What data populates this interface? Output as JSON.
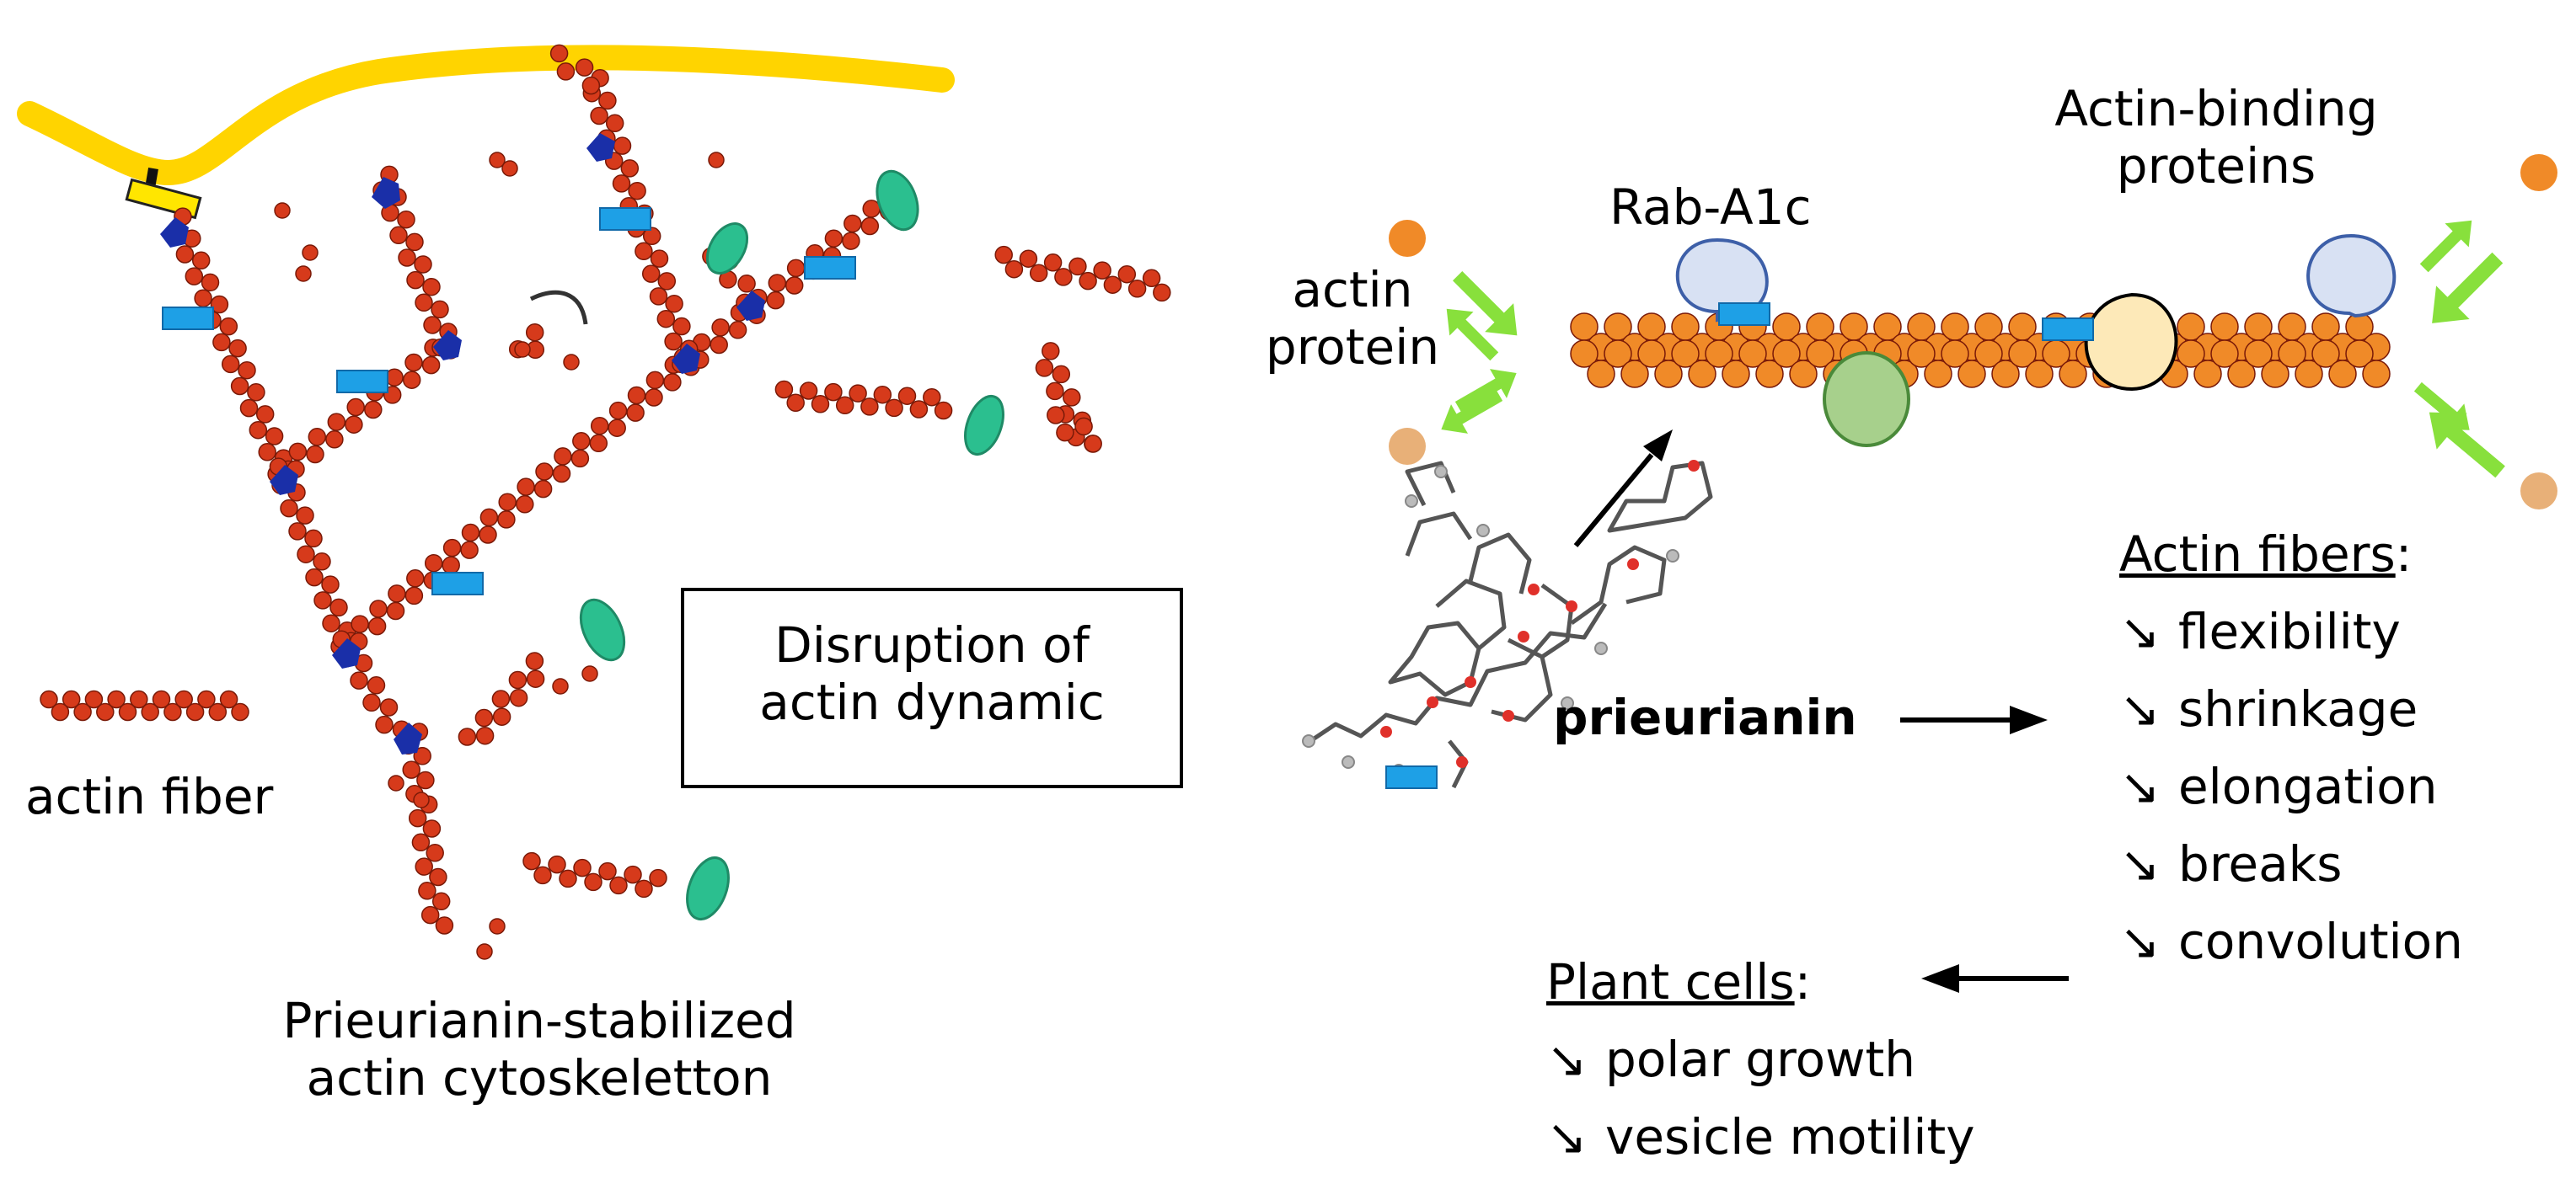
{
  "labels": {
    "actin_fiber": "actin fiber",
    "stabilized_line1": "Prieurianin-stabilized",
    "stabilized_line2": "actin cytoskeletton",
    "disruption_line1": "Disruption of",
    "disruption_line2": "actin dynamic",
    "actin_protein_line1": "actin",
    "actin_protein_line2": "protein",
    "rab": "Rab-A1c",
    "abp_line1": "Actin-binding",
    "abp_line2": "proteins",
    "prieurianin": "prieurianin"
  },
  "fibers_effects": {
    "heading": "Actin fibers",
    "colon": ":",
    "marker": "↘",
    "items": [
      "flexibility",
      "shrinkage",
      "elongation",
      "breaks",
      "convolution"
    ]
  },
  "plant_cells": {
    "heading": "Plant cells",
    "colon": ":",
    "marker": "↘",
    "items": [
      "polar growth",
      "vesicle motility"
    ]
  },
  "colors": {
    "membrane": "#ffd400",
    "actin_red": "#d63a1b",
    "actin_orange": "#f08a28",
    "branch_blue": "#1a2fa8",
    "marker_blue": "#1ea0e6",
    "teal_protein": "#2bbf8f",
    "rab_fill": "#d8e1f3",
    "rab_stroke": "#3d5fa8",
    "green_fill": "#a7d08c",
    "green_stroke": "#4a8a3a",
    "abp_fill": "#fde9b8",
    "exchange_green": "#88e03c"
  }
}
